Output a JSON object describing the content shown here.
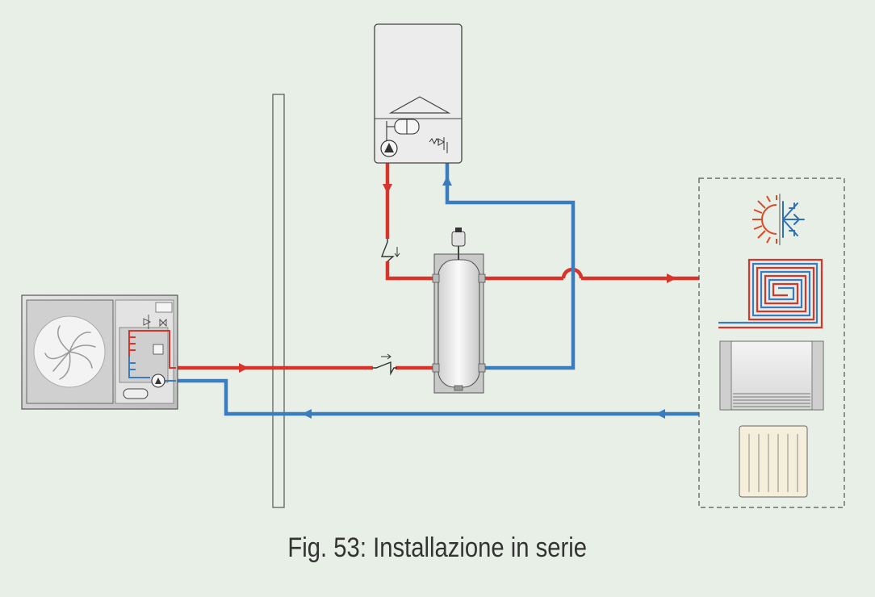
{
  "caption": "Fig. 53: Installazione in serie",
  "colors": {
    "background": "#e8efe6",
    "hot_pipe": "#d9342b",
    "cold_pipe": "#3a7cc0",
    "equipment_fill": "#d9d9d9",
    "outline": "#555555"
  },
  "components": {
    "outdoor_unit": "heat-pump-outdoor-unit",
    "boiler": "wall-boiler",
    "tank": "buffer-tank",
    "wall": "building-wall",
    "emitters": [
      "heating-cooling-icon",
      "underfloor-heating-coil",
      "fan-coil",
      "radiator"
    ]
  }
}
